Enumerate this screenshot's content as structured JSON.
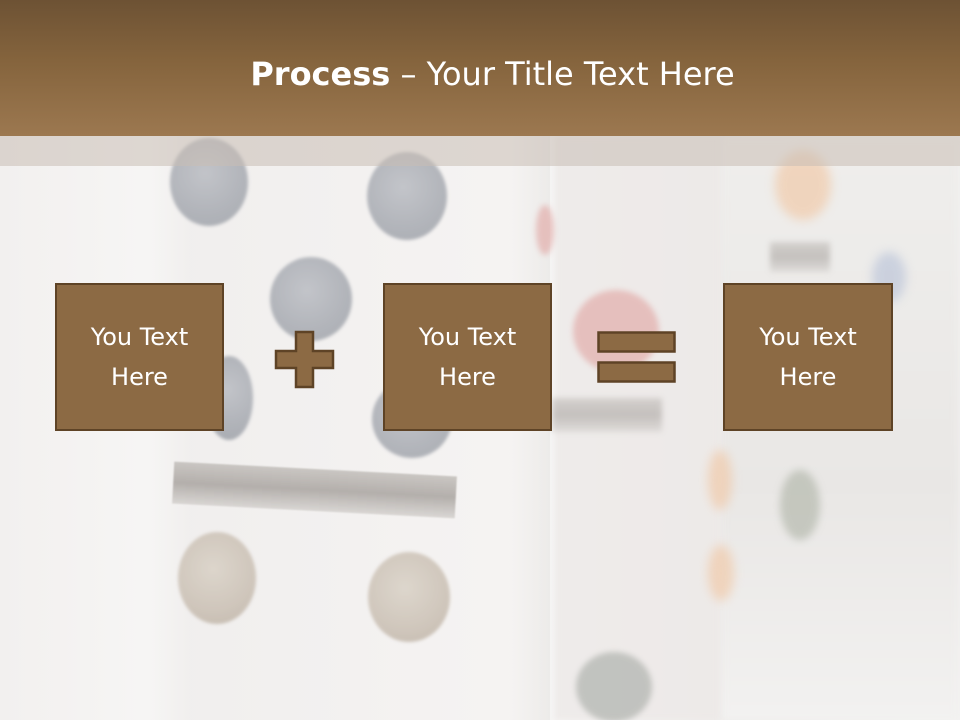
{
  "slide": {
    "title_bold": "Process",
    "title_rest": " – Your Title Text Here"
  },
  "process": {
    "steps": [
      {
        "line1": "You Text",
        "line2": "Here"
      },
      {
        "line1": "You Text",
        "line2": "Here"
      },
      {
        "line1": "You Text",
        "line2": "Here"
      }
    ],
    "operators": [
      "plus-icon",
      "equals-icon"
    ]
  },
  "colors": {
    "header_top": "#6d5234",
    "header_bottom": "#9c7850",
    "box_fill": "#8c6a44",
    "box_border": "#5e4326",
    "text": "#ffffff"
  }
}
